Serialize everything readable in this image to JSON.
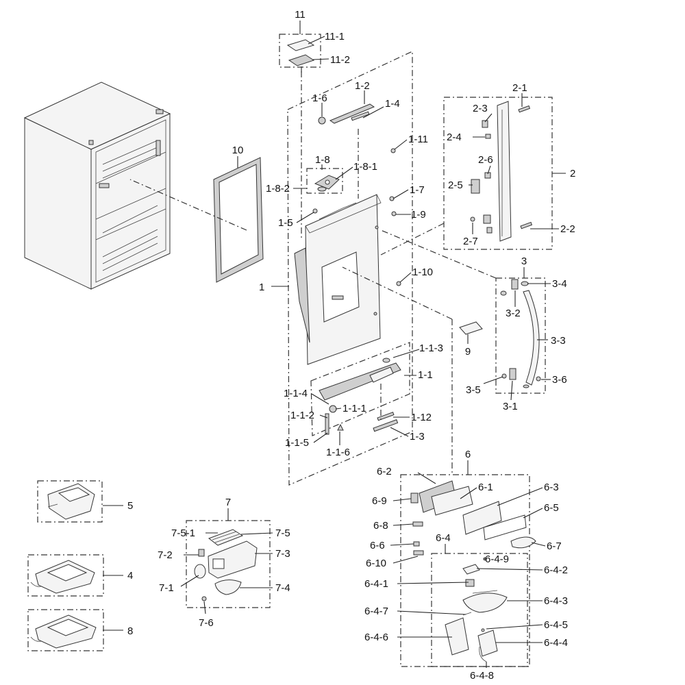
{
  "labels": {
    "l11": "11",
    "l11_1": "11-1",
    "l11_2": "11-2",
    "l10": "10",
    "l1": "1",
    "l1_2": "1-2",
    "l1_4": "1-4",
    "l1_5": "1-5",
    "l1_6": "1-6",
    "l1_7": "1-7",
    "l1_8": "1-8",
    "l1_8_1": "1-8-1",
    "l1_8_2": "1-8-2",
    "l1_9": "1-9",
    "l1_10": "1-10",
    "l1_11": "1-11",
    "l1_1": "1-1",
    "l1_1_1": "1-1-1",
    "l1_1_2": "1-1-2",
    "l1_1_3": "1-1-3",
    "l1_1_4": "1-1-4",
    "l1_1_5": "1-1-5",
    "l1_1_6": "1-1-6",
    "l1_12": "1-12",
    "l1_3": "1-3",
    "l2": "2",
    "l2_1": "2-1",
    "l2_2": "2-2",
    "l2_3": "2-3",
    "l2_4": "2-4",
    "l2_5": "2-5",
    "l2_6": "2-6",
    "l2_7": "2-7",
    "l3": "3",
    "l3_1": "3-1",
    "l3_2": "3-2",
    "l3_3": "3-3",
    "l3_4": "3-4",
    "l3_5": "3-5",
    "l3_6": "3-6",
    "l9": "9",
    "l5": "5",
    "l4": "4",
    "l8": "8",
    "l7": "7",
    "l7_1": "7-1",
    "l7_2": "7-2",
    "l7_3": "7-3",
    "l7_4": "7-4",
    "l7_5": "7-5",
    "l7_5_1": "7-5-1",
    "l7_6": "7-6",
    "l6": "6",
    "l6_1": "6-1",
    "l6_2": "6-2",
    "l6_3": "6-3",
    "l6_4": "6-4",
    "l6_5": "6-5",
    "l6_6": "6-6",
    "l6_7": "6-7",
    "l6_8": "6-8",
    "l6_9": "6-9",
    "l6_10": "6-10",
    "l6_4_1": "6-4-1",
    "l6_4_2": "6-4-2",
    "l6_4_3": "6-4-3",
    "l6_4_4": "6-4-4",
    "l6_4_5": "6-4-5",
    "l6_4_6": "6-4-6",
    "l6_4_7": "6-4-7",
    "l6_4_8": "6-4-8",
    "l6_4_9": "6-4-9"
  }
}
